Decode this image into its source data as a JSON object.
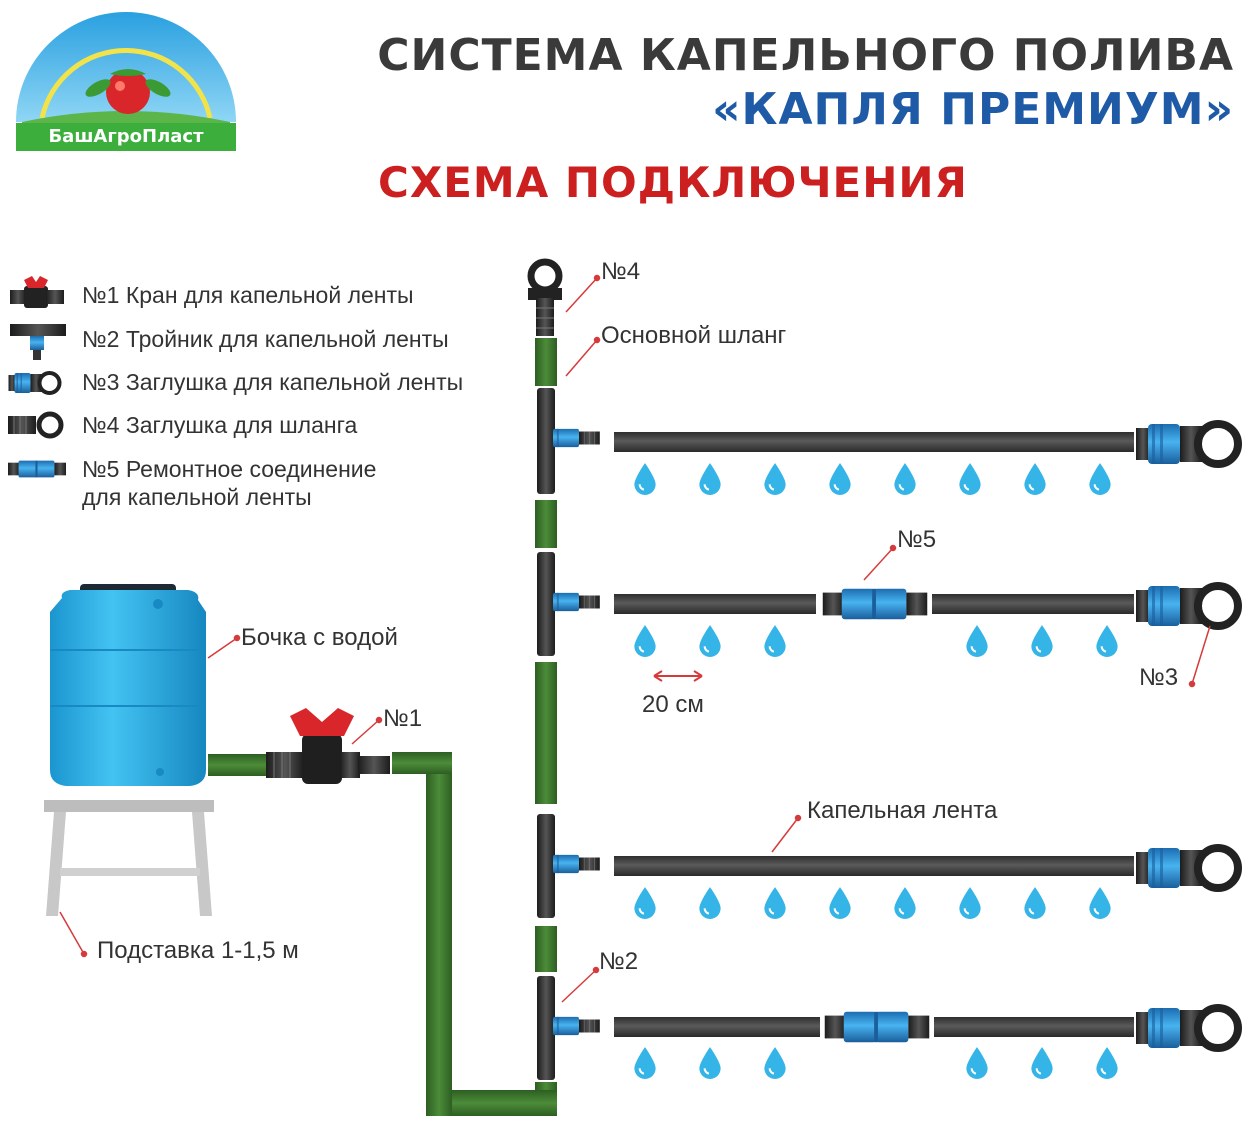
{
  "logo": {
    "brand": "БашАгроПласт"
  },
  "title": {
    "line1": "СИСТЕМА КАПЕЛЬНОГО ПОЛИВА",
    "line2": "«КАПЛЯ ПРЕМИУМ»"
  },
  "subtitle": "СХЕМА ПОДКЛЮЧЕНИЯ",
  "legend": [
    {
      "label": "№1 Кран для капельной ленты"
    },
    {
      "label": "№2 Тройник для капельной ленты"
    },
    {
      "label": "№3 Заглушка для капельной ленты"
    },
    {
      "label": "№4 Заглушка для шланга"
    },
    {
      "label": "№5 Ремонтное соединение",
      "label2": "для капельной ленты"
    }
  ],
  "labels": {
    "n4": "№4",
    "main_hose": "Основной шланг",
    "n5": "№5",
    "n3": "№3",
    "spacing": "20 см",
    "barrel": "Бочка с водой",
    "n1": "№1",
    "drip_tape": "Капельная лента",
    "stand": "Подставка 1-1,5 м",
    "n2": "№2"
  },
  "colors": {
    "hose_green": "#3f7a2e",
    "tape_dark": "#4a4a4a",
    "fitting_blue": "#2a8fd6",
    "valve_red": "#d8262b",
    "barrel_blue": "#2fb3e6",
    "drop_blue": "#35b4e8",
    "pointer_red": "#d63a3a"
  }
}
